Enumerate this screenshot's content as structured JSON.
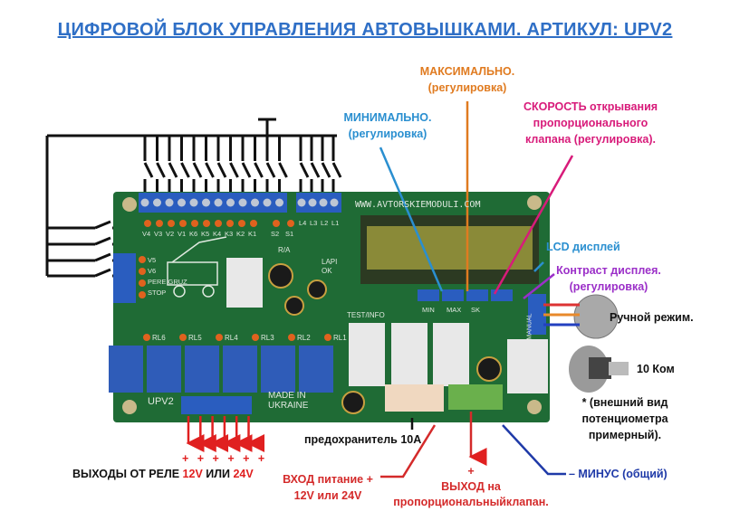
{
  "title": "ЦИФРОВОЙ БЛОК УПРАВЛЕНИЯ АВТОВЫШКАМИ. АРТИКУЛ: UPV2",
  "callouts": {
    "max": {
      "line1": "МАКСИМАЛЬНО.",
      "line2": "(регулировка)",
      "color": "#e07b20"
    },
    "min": {
      "line1": "МИНИМАЛЬНО.",
      "line2": "(регулировка)",
      "color": "#2a8fd0"
    },
    "speed": {
      "line1": "СКОРОСТЬ открывания",
      "line2": "пропорционального",
      "line3": "клапана (регулировка).",
      "color": "#d81b7a"
    },
    "lcd": {
      "label": "LCD дисплей",
      "color": "#2a8fd0"
    },
    "contrast": {
      "line1": "Контраст дисплея.",
      "line2": "(регулировка)",
      "color": "#9b2fc8"
    },
    "manual": {
      "label": "Ручной режим."
    },
    "pot_value": {
      "label": "10 Ком"
    },
    "pot_note": {
      "line1": "* (внешний вид",
      "line2": "потенциометра",
      "line3": "примерный)."
    },
    "fuse": {
      "label": "предохранитель 10А"
    },
    "relay_outputs": {
      "prefix": "ВЫХОДЫ ОТ РЕЛЕ ",
      "v12": "12V",
      "mid": " ИЛИ ",
      "v24": "24V",
      "plus": "+ + + + + +"
    },
    "power_in": {
      "line1": "ВХОД питание +",
      "line2": "12V или 24V",
      "color": "#d42a2a"
    },
    "valve_out": {
      "plus": "+",
      "line1": "ВЫХОД на",
      "line2": "пропорциональныйклапан.",
      "color": "#d42a2a"
    },
    "minus": {
      "label": "– МИНУС (общий)",
      "color": "#1f3aa8"
    }
  },
  "board": {
    "url": "WWW.AVTORSKIEMODULI.COM",
    "input_leds": [
      "V4",
      "V3",
      "V2",
      "V1",
      "K6",
      "K5",
      "K4",
      "K3",
      "K2",
      "K1",
      "S2",
      "S1"
    ],
    "lamp_labels": [
      "L4",
      "L3",
      "L2",
      "L1"
    ],
    "left_labels": [
      "V5",
      "V6",
      "PERE GRUZ",
      "STOP"
    ],
    "relay_labels": [
      "RL6",
      "RL5",
      "RL4",
      "RL3",
      "RL2",
      "RL1"
    ],
    "trimmers": [
      "MIN",
      "MAX",
      "SK"
    ],
    "manual": "MANUAL",
    "test": "TEST/INFO",
    "ra": "R/A",
    "lapi": "LAPI OK",
    "model": "UPV2",
    "made": "MADE IN UKRAINE"
  }
}
